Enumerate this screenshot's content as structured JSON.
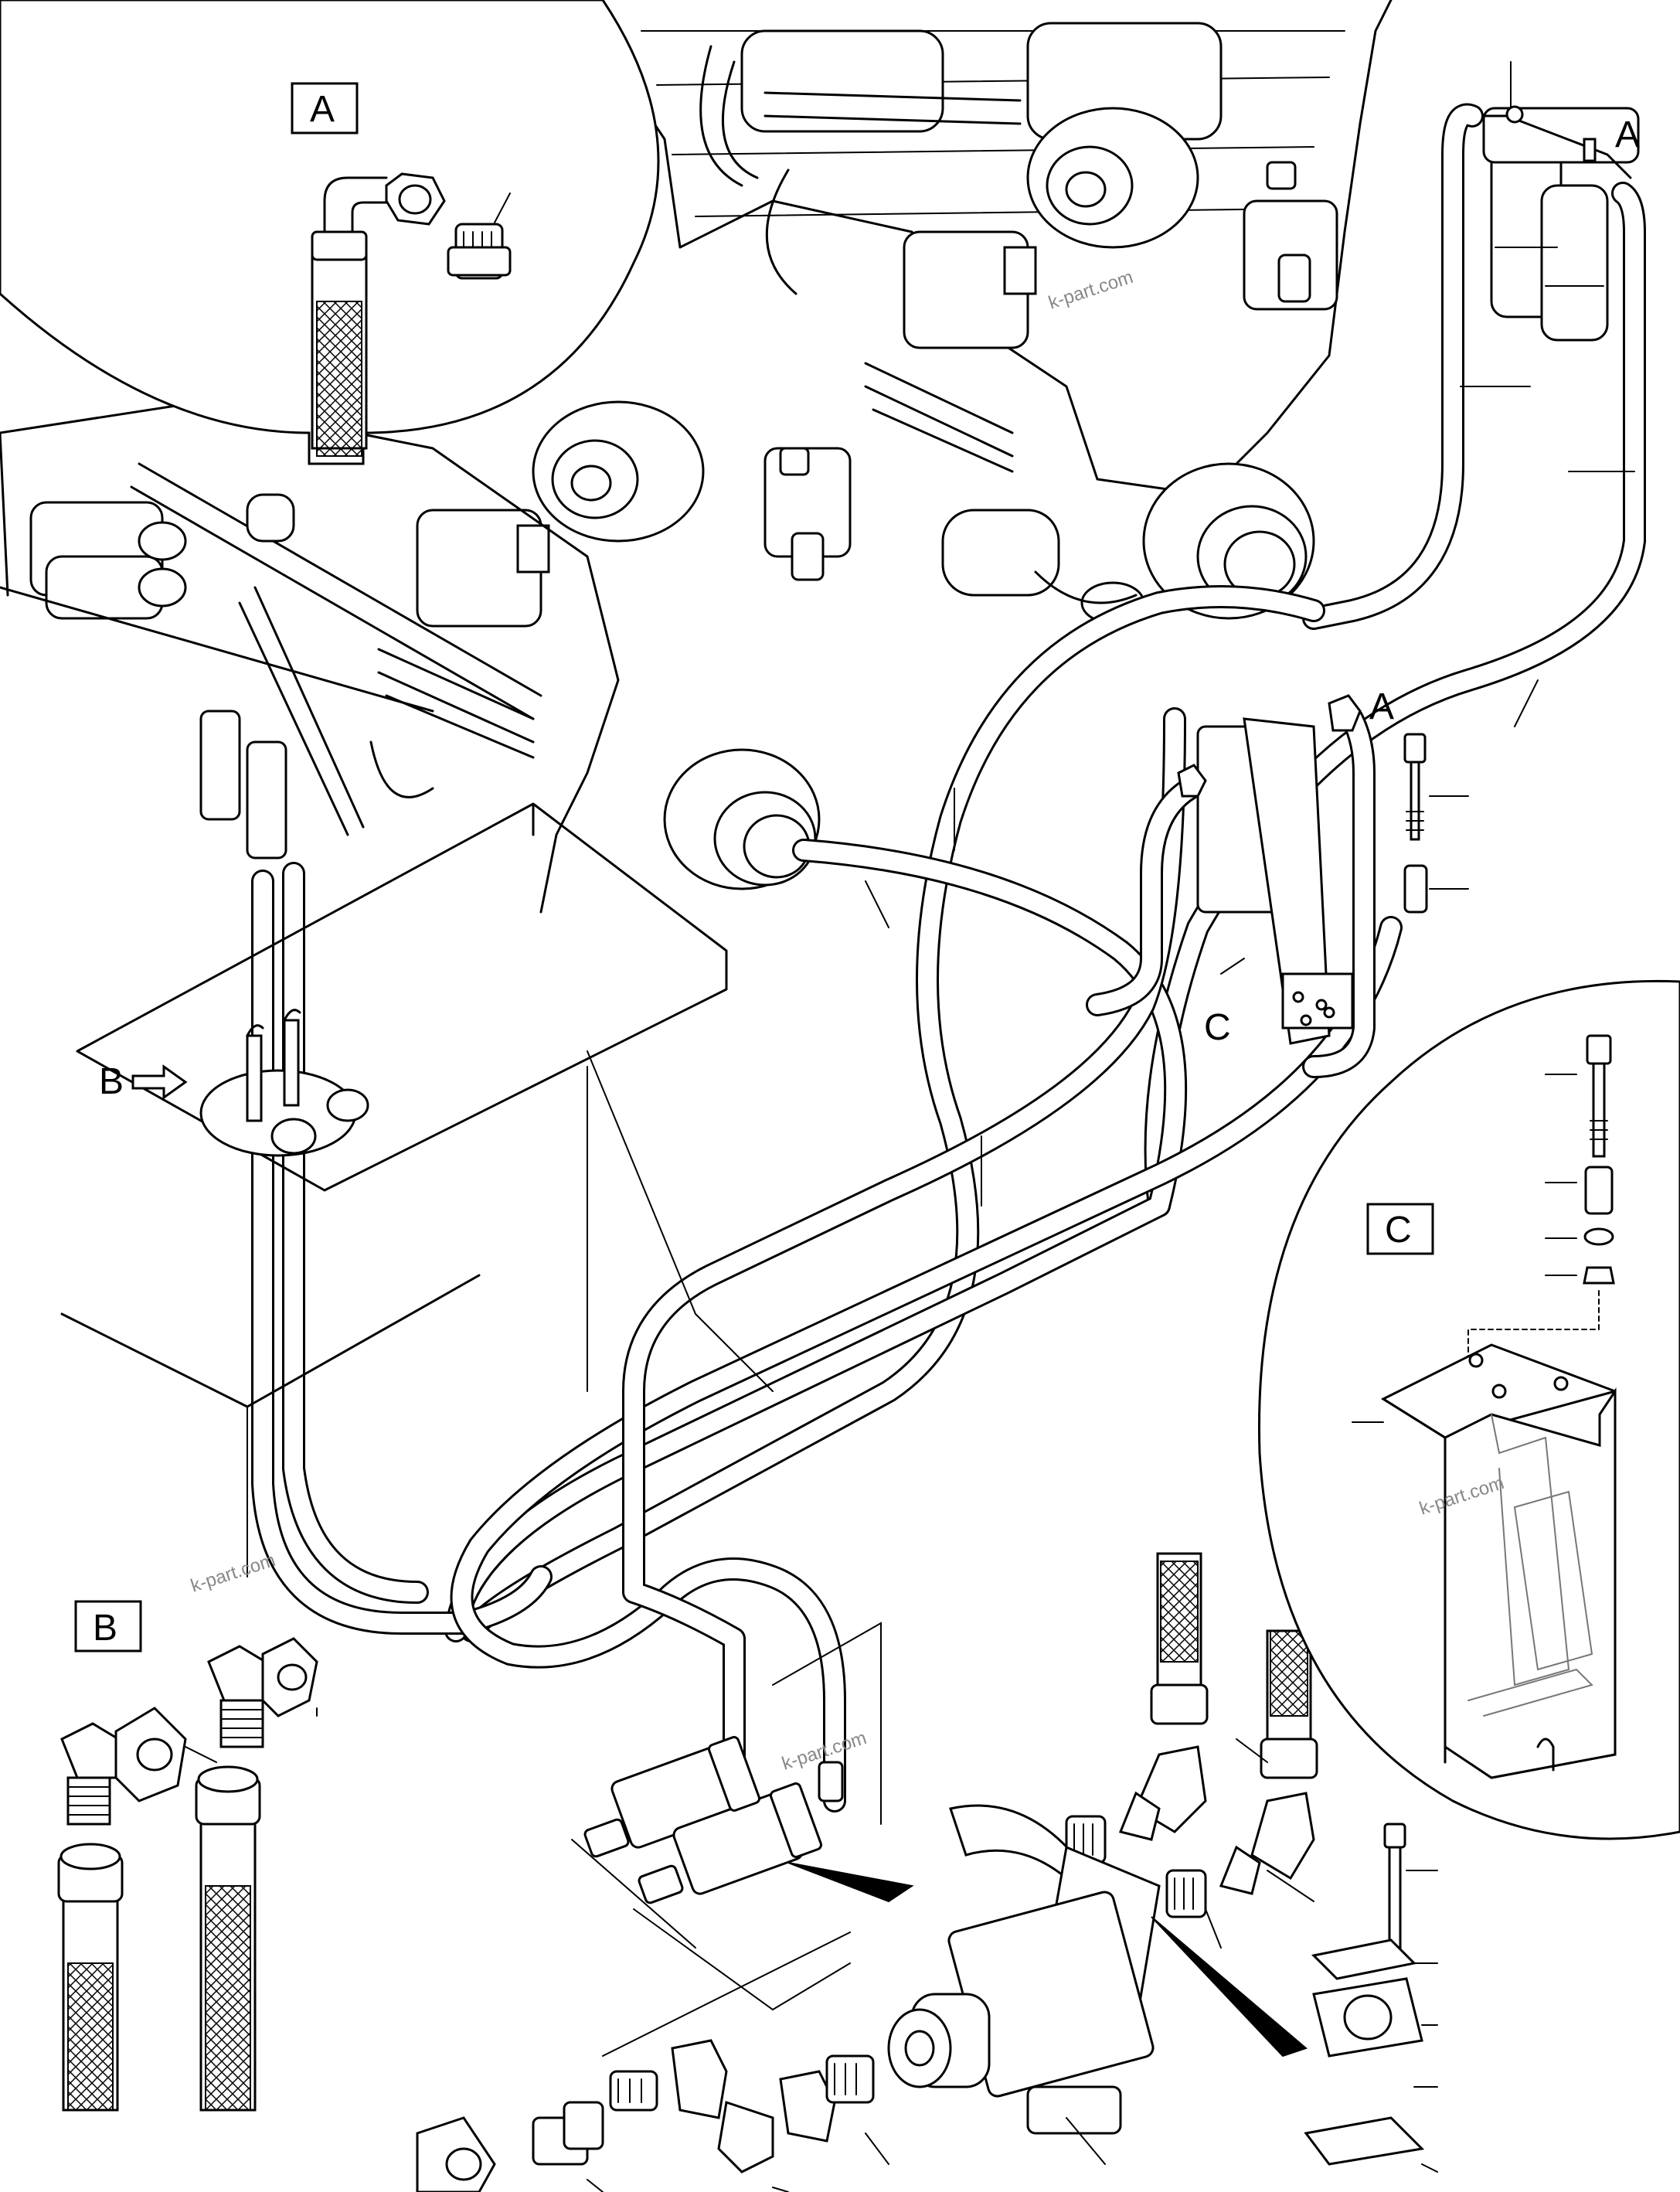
{
  "callouts": {
    "detail_a_box": "A",
    "detail_b_box": "B",
    "detail_c_box": "C",
    "filter_a": "A",
    "valve_a": "A",
    "bracket_c": "C",
    "view_b": "B"
  },
  "watermarks": [
    "k-part.com",
    "k-part.com",
    "k-part.com",
    "k-part.com"
  ],
  "icons": {
    "view_arrow": "hollow-arrow-right-icon",
    "pointer_arrow": "solid-pointer-arrow-icon"
  }
}
